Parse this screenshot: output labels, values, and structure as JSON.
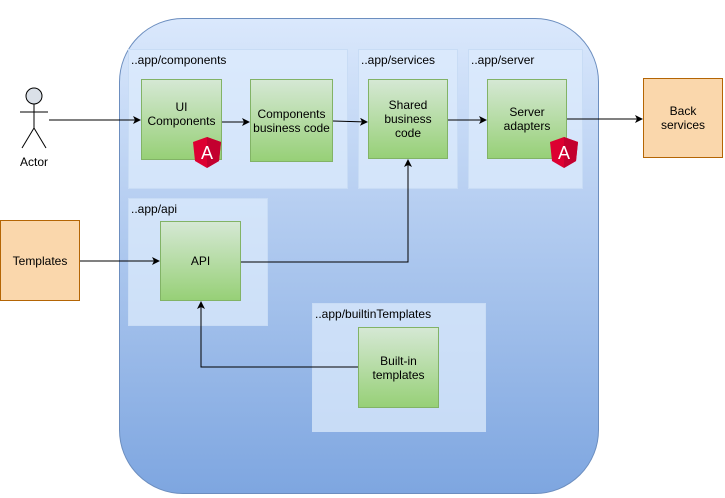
{
  "regions": {
    "components": "..app/components",
    "services": "..app/services",
    "server": "..app/server",
    "api": "..app/api",
    "builtin": "..app/builtinTemplates"
  },
  "nodes": {
    "ui_components": "UI Components",
    "components_business": "Components business code",
    "shared_business": "Shared business code",
    "server_adapters": "Server adapters",
    "api": "API",
    "builtin_templates": "Built-in templates",
    "back_services": "Back services",
    "templates": "Templates",
    "actor": "Actor"
  },
  "badges": {
    "angular_letter": "A",
    "icon": "angular-icon"
  },
  "colors": {
    "frame_top": "#dae8fc",
    "frame_bottom": "#7ea6e0",
    "frame_stroke": "#6c8ebf",
    "green_top": "#d5e8d4",
    "green_bottom": "#97d077",
    "green_stroke": "#82b366",
    "orange_fill": "#fad7ac",
    "orange_stroke": "#b46504",
    "angular_red": "#dd0031",
    "angular_dark": "#c3002f"
  }
}
